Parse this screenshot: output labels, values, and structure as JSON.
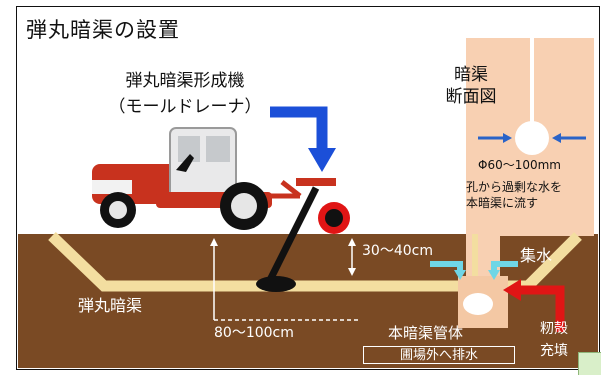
{
  "title": "弾丸暗渠の設置",
  "machine_label_line1": "弾丸暗渠形成機",
  "machine_label_line2": "（モールドレーナ）",
  "section_title_line1": "暗渠",
  "section_title_line2": "断面図",
  "diameter": "Φ60～100mm",
  "section_note_line1": "孔から過剰な水を",
  "section_note_line2": "本暗渠に流す",
  "depth_shallow": "30～40cm",
  "water_collection": "集水",
  "bullet_drain": "弾丸暗渠",
  "depth_deep": "80～100cm",
  "main_drain_pipe": "本暗渠管体",
  "outside_drain": "圃場外へ排水",
  "husk_line1": "籾殻",
  "husk_line2": "充填",
  "colors": {
    "soil": "#7a4a24",
    "channel": "#f3dea0",
    "arrow_blue": "#1b4fd8",
    "arrow_red": "#e01515",
    "section_bg": "#f8d0b2"
  }
}
